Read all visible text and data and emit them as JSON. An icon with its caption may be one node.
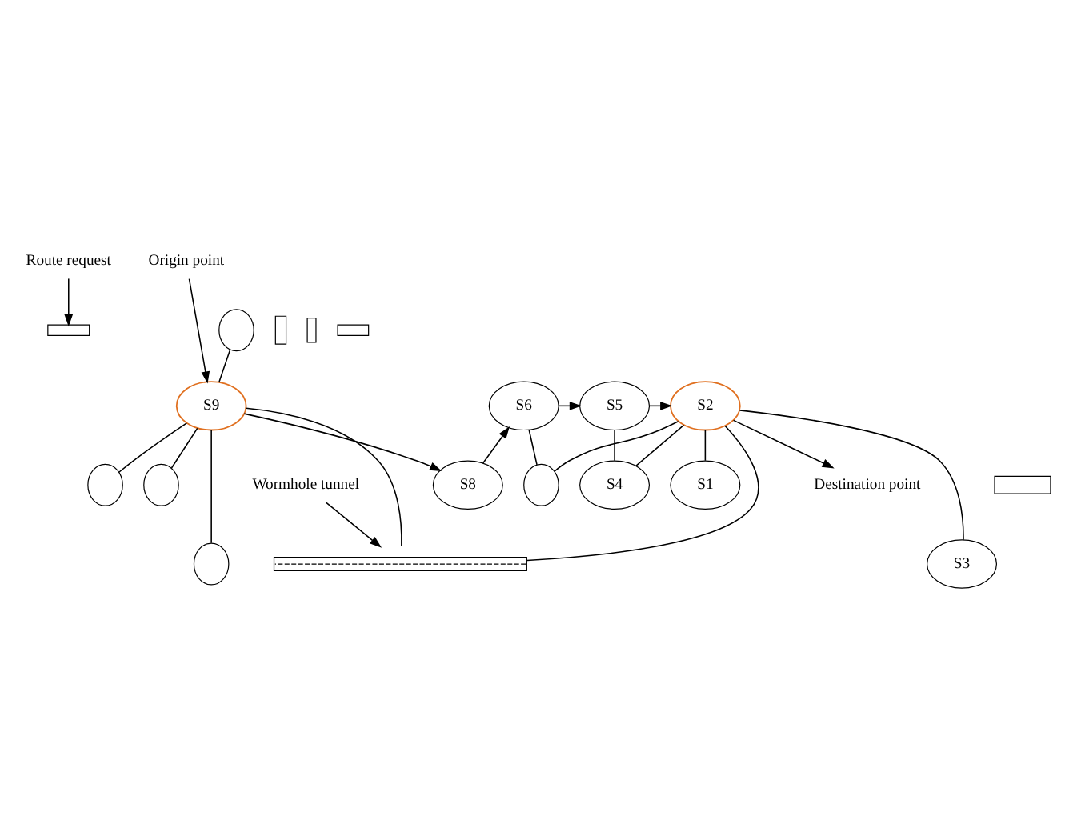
{
  "diagram": {
    "nodes": [
      {
        "text": [
          "Route request"
        ]
      },
      {
        "text": [
          "Origin point"
        ]
      },
      {
        "text": [
          "S1"
        ]
      },
      {
        "text": [
          "S4"
        ]
      },
      {
        "text": [
          "S8"
        ]
      },
      {
        "text": [],
        "shape": "circle"
      },
      {
        "text": [],
        "shape": "box"
      },
      {
        "text": [],
        "shape": "box"
      },
      {
        "text": [],
        "shape": "box"
      },
      {
        "text": [],
        "shape": "circle"
      },
      {
        "text": [],
        "shape": "box"
      },
      {
        "text": [
          "S2"
        ]
      },
      {
        "text": [
          "S5"
        ]
      },
      {
        "text": [
          "S6"
        ]
      },
      {
        "text": [
          "S9"
        ]
      },
      {
        "text": [],
        "shape": "circle"
      },
      {
        "text": [],
        "shape": "circle"
      },
      {
        "text": [],
        "shape": "box"
      },
      {
        "text": [],
        "shape": "circle"
      },
      {
        "text": [],
        "shape": "bar"
      },
      {
        "text": [
          "S3"
        ]
      },
      {
        "text": [
          "Destination point"
        ]
      },
      {
        "text": [
          "Wormhole tunnel"
        ]
      }
    ],
    "edges": [
      {
        "from": 2,
        "to": 11,
        "arrow": "none"
      },
      {
        "from": 3,
        "to": 11,
        "arrow": "none"
      },
      {
        "from": 3,
        "to": 12,
        "arrow": "none"
      },
      {
        "from": 12,
        "to": 11,
        "arrow": "to"
      },
      {
        "from": 13,
        "to": 12,
        "arrow": "to"
      },
      {
        "from": 4,
        "to": 13,
        "arrow": "to"
      },
      {
        "from": 14,
        "to": 4,
        "arrow": "to"
      },
      {
        "from": 0,
        "to": 8,
        "arrow": "to"
      },
      {
        "from": 1,
        "to": 14,
        "arrow": "to"
      },
      {
        "from": 5,
        "to": 14,
        "arrow": "none"
      },
      {
        "from": 9,
        "to": 14,
        "arrow": "none"
      },
      {
        "from": 14,
        "to": 16,
        "arrow": "none"
      },
      {
        "from": 14,
        "to": 18,
        "arrow": "none"
      },
      {
        "from": 14,
        "to": 19,
        "arrow": "none"
      },
      {
        "from": 11,
        "to": 19,
        "arrow": "none"
      },
      {
        "from": 11,
        "to": 15,
        "arrow": "none"
      },
      {
        "from": 13,
        "to": 15,
        "arrow": "none"
      },
      {
        "from": 11,
        "to": 20,
        "arrow": "none"
      },
      {
        "from": 11,
        "to": 21,
        "arrow": "to"
      },
      {
        "from": 22,
        "to": 19,
        "arrow": "to"
      }
    ]
  }
}
